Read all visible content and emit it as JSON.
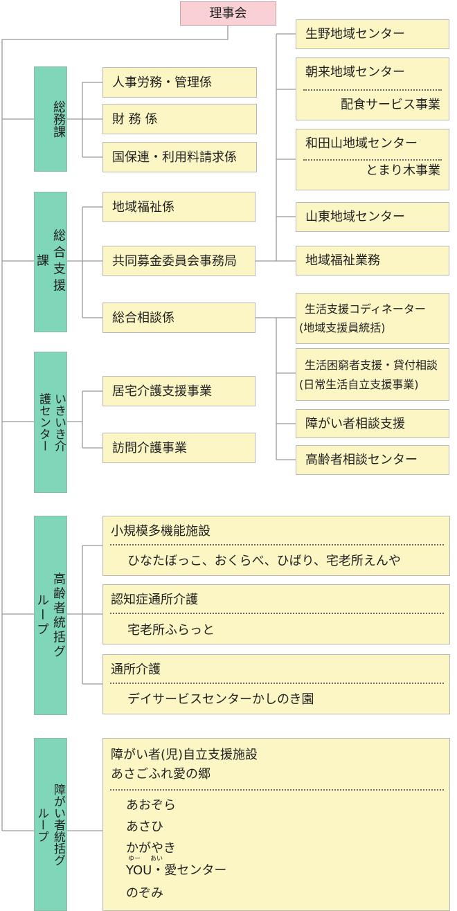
{
  "board": "理事会",
  "departments": {
    "somu": "総務課",
    "sogo": "総合支援課",
    "ikiiki": "いきいき介護センター",
    "koreisha": "高齢者統括グループ",
    "shogai": "障がい者統括グループ"
  },
  "somu": {
    "jinji": "人事労務・管理係",
    "zaimu": "財 務 係",
    "kokuho": "国保連・利用料請求係"
  },
  "sogo": {
    "chiiki_fukushi": "地域福祉係",
    "kyodo_bokin": "共同募金委員会事務局",
    "sogo_sodan": "総合相談係"
  },
  "centers": {
    "ikuno": "生野地域センター",
    "asago": "朝来地域センター",
    "haishoku": "配食サービス事業",
    "wadayama": "和田山地域センター",
    "tomarigi": "とまり木事業",
    "santo": "山東地域センター",
    "chiiki_fukushi_gyomu": "地域福祉業務"
  },
  "sodan": {
    "coordinator_1": "生活支援コディネーター",
    "coordinator_2": "(地域支援員統括)",
    "konkyu_1": "生活困窮者支援・貸付相談",
    "konkyu_2": "(日常生活自立支援事業)",
    "shogai_sodan": "障がい者相談支援",
    "koreisha_sodan": "高齢者相談センター"
  },
  "ikiiki": {
    "kyotaku": "居宅介護支援事業",
    "homon": "訪問介護事業"
  },
  "koreisha": {
    "shokibo": "小規模多機能施設",
    "shokibo_sites": "ひなたぼっこ、おくらべ、ひばり、宅老所えんや",
    "ninchi": "認知症通所介護",
    "ninchi_sites": "宅老所ふらっと",
    "tsusho": "通所介護",
    "tsusho_sites": "デイサービスセンターかしのき園"
  },
  "shogai": {
    "title_1": "障がい者(児)自立支援施設",
    "title_2": "あさごふれ愛の郷",
    "items": [
      "あおぞら",
      "あさひ",
      "かがやき",
      "YOU・愛センター",
      "のぞみ"
    ],
    "ruby_you": "ゆー",
    "ruby_ai": "あい"
  },
  "colors": {
    "department_fill": "#7fd6b8",
    "box_fill": "#fbf6c4",
    "board_fill": "#f9d0d4",
    "line": "#999999"
  }
}
